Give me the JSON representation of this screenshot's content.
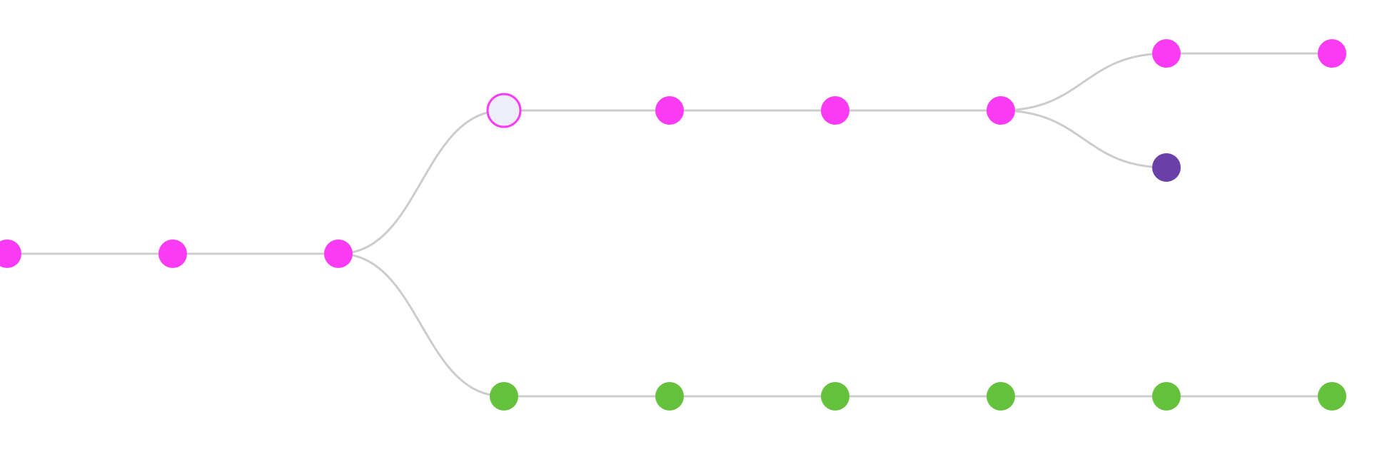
{
  "colors": {
    "edge": "#cccccc",
    "branch_main": "#f93bf3",
    "branch_feature": "#64c13b",
    "branch_side": "#6a3fa8",
    "selected_fill": "#eeeef8",
    "background": "#ffffff"
  },
  "graph": {
    "branches": [
      {
        "id": "main",
        "color": "#f93bf3"
      },
      {
        "id": "feature",
        "color": "#64c13b"
      },
      {
        "id": "side",
        "color": "#6a3fa8"
      }
    ],
    "nodes": [
      {
        "id": "m1",
        "branch": "main",
        "style": "filled"
      },
      {
        "id": "m2",
        "branch": "main",
        "style": "filled"
      },
      {
        "id": "m3",
        "branch": "main",
        "style": "filled"
      },
      {
        "id": "t1",
        "branch": "main",
        "style": "hollow-selected"
      },
      {
        "id": "t2",
        "branch": "main",
        "style": "filled"
      },
      {
        "id": "t3",
        "branch": "main",
        "style": "filled"
      },
      {
        "id": "t4",
        "branch": "main",
        "style": "filled"
      },
      {
        "id": "u1",
        "branch": "main",
        "style": "filled"
      },
      {
        "id": "u2",
        "branch": "main",
        "style": "filled"
      },
      {
        "id": "s1",
        "branch": "side",
        "style": "filled"
      },
      {
        "id": "g1",
        "branch": "feature",
        "style": "filled"
      },
      {
        "id": "g2",
        "branch": "feature",
        "style": "filled"
      },
      {
        "id": "g3",
        "branch": "feature",
        "style": "filled"
      },
      {
        "id": "g4",
        "branch": "feature",
        "style": "filled"
      },
      {
        "id": "g5",
        "branch": "feature",
        "style": "filled"
      },
      {
        "id": "g6",
        "branch": "feature",
        "style": "filled"
      }
    ],
    "edges": [
      [
        "m1",
        "m2"
      ],
      [
        "m2",
        "m3"
      ],
      [
        "m3",
        "t1"
      ],
      [
        "m3",
        "g1"
      ],
      [
        "t1",
        "t2"
      ],
      [
        "t2",
        "t3"
      ],
      [
        "t3",
        "t4"
      ],
      [
        "t4",
        "u1"
      ],
      [
        "t4",
        "s1"
      ],
      [
        "u1",
        "u2"
      ],
      [
        "g1",
        "g2"
      ],
      [
        "g2",
        "g3"
      ],
      [
        "g3",
        "g4"
      ],
      [
        "g4",
        "g5"
      ],
      [
        "g5",
        "g6"
      ]
    ]
  }
}
